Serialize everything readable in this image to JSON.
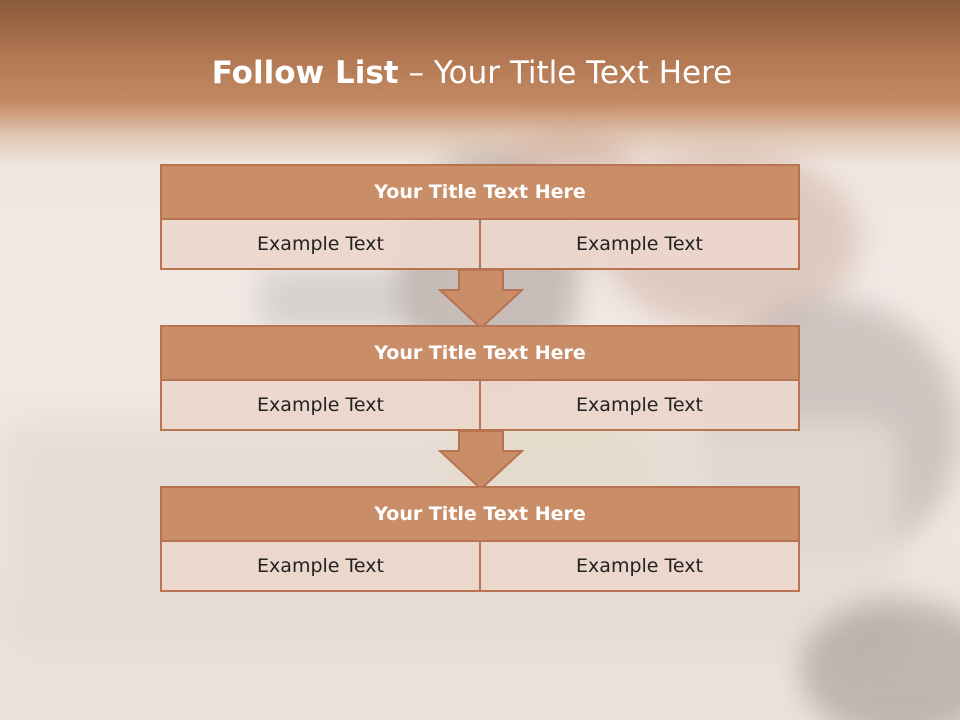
{
  "slide": {
    "title_bold": "Follow List",
    "title_rest": " – Your Title Text Here"
  },
  "blocks": [
    {
      "title": "Your Title Text Here",
      "left": "Example Text",
      "right": "Example Text"
    },
    {
      "title": "Your Title Text Here",
      "left": "Example Text",
      "right": "Example Text"
    },
    {
      "title": "Your Title Text Here",
      "left": "Example Text",
      "right": "Example Text"
    }
  ],
  "colors": {
    "header": "#b27853",
    "block_head": "#c98d68",
    "border": "#b87450",
    "cell": "#ecd6cc"
  },
  "icons": {
    "connector": "down-arrow-icon"
  }
}
